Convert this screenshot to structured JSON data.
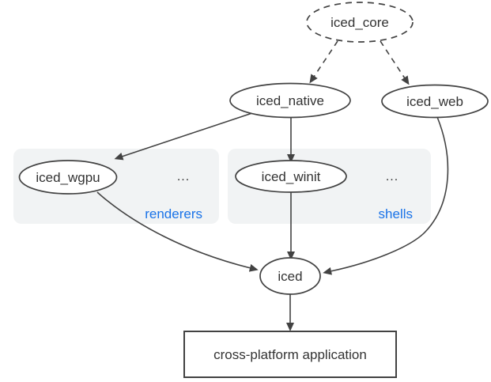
{
  "diagram": {
    "nodes": {
      "iced_core": "iced_core",
      "iced_native": "iced_native",
      "iced_web": "iced_web",
      "iced_wgpu": "iced_wgpu",
      "iced_winit": "iced_winit",
      "iced": "iced",
      "application": "cross-platform application"
    },
    "clusters": {
      "renderers": {
        "label": "renderers",
        "more": "..."
      },
      "shells": {
        "label": "shells",
        "more": "..."
      }
    },
    "edges": [
      {
        "from": "iced_core",
        "to": "iced_native",
        "style": "dashed"
      },
      {
        "from": "iced_core",
        "to": "iced_web",
        "style": "dashed"
      },
      {
        "from": "iced_native",
        "to": "iced_wgpu",
        "style": "solid"
      },
      {
        "from": "iced_native",
        "to": "iced_winit",
        "style": "solid"
      },
      {
        "from": "iced_wgpu",
        "to": "iced",
        "style": "solid"
      },
      {
        "from": "iced_winit",
        "to": "iced",
        "style": "solid"
      },
      {
        "from": "iced_web",
        "to": "iced",
        "style": "solid"
      },
      {
        "from": "iced",
        "to": "application",
        "style": "solid"
      }
    ]
  },
  "colors": {
    "line": "#424242",
    "text": "#333333",
    "accent": "#1a73e8",
    "cluster_bg": "#f1f3f4",
    "node_fill": "#ffffff",
    "page_bg": "#ffffff"
  }
}
